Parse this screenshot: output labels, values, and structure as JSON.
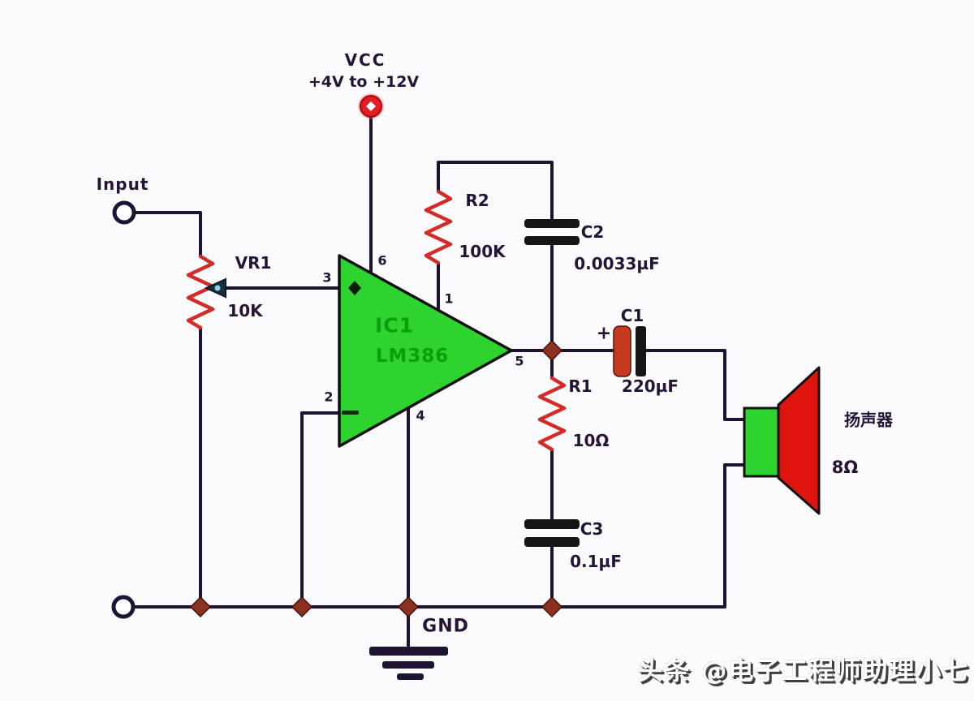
{
  "colors": {
    "wire": "#1d1433",
    "resistor": "#d32b28",
    "ic_green": "#2fd32f",
    "ic_text": "#0aa00a",
    "junction": "#8a3121",
    "vcc_terminal": "#e31b23",
    "cap_plate": "#151515",
    "c1_positive_plate": "#c63b1e",
    "speaker_body": "#2fd32f",
    "speaker_cone": "#e0140e",
    "label_ink": "#241536",
    "wiper_arrow": "#17323f"
  },
  "power": {
    "label": "VCC",
    "range": "+4V to +12V"
  },
  "input": {
    "label": "Input"
  },
  "ic": {
    "ref": "IC1",
    "part": "LM386",
    "pins": {
      "p1": "1",
      "p2": "2",
      "p3": "3",
      "p4": "4",
      "p5": "5",
      "p6": "6"
    }
  },
  "components": {
    "vr1": {
      "ref": "VR1",
      "value": "10K"
    },
    "r1": {
      "ref": "R1",
      "value": "10Ω"
    },
    "r2": {
      "ref": "R2",
      "value": "100K"
    },
    "c1": {
      "ref": "C1",
      "value": "220µF",
      "polarity": "+"
    },
    "c2": {
      "ref": "C2",
      "value": "0.0033µF"
    },
    "c3": {
      "ref": "C3",
      "value": "0.1µF"
    }
  },
  "speaker": {
    "label": "扬声器",
    "impedance": "8Ω"
  },
  "ground": {
    "label": "GND"
  },
  "watermark": {
    "text": "头条 @电子工程师助理小七"
  }
}
